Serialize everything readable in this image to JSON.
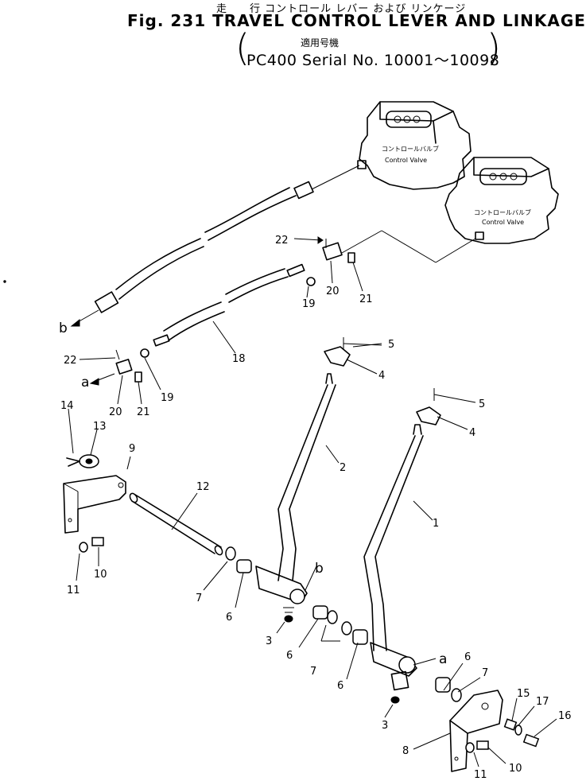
{
  "header": {
    "title_jp": "走　　行 コントロール レバー および リンケージ",
    "title_en": "Fig. 231 TRAVEL CONTROL LEVER AND LINKAGE",
    "serial_jp": "適用号機",
    "serial_en": "PC400 Serial No. 10001～10098"
  },
  "valves": [
    {
      "label_jp": "コントロールバルブ",
      "label_en": "Control Valve"
    },
    {
      "label_jp": "コントロールバルブ",
      "label_en": "Control Valve"
    }
  ],
  "callouts": {
    "c1": "1",
    "c2": "2",
    "c3a": "3",
    "c3b": "3",
    "c4a": "4",
    "c4b": "4",
    "c5a": "5",
    "c5b": "5",
    "c6a": "6",
    "c6b": "6",
    "c6c": "6",
    "c6d": "6",
    "c7a": "7",
    "c7b": "7",
    "c7c": "7",
    "c8": "8",
    "c9": "9",
    "c10a": "10",
    "c10b": "10",
    "c11a": "11",
    "c11b": "11",
    "c12": "12",
    "c13": "13",
    "c14": "14",
    "c15": "15",
    "c16": "16",
    "c17": "17",
    "c18": "18",
    "c19a": "19",
    "c19b": "19",
    "c20a": "20",
    "c20b": "20",
    "c21a": "21",
    "c21b": "21",
    "c22a": "22",
    "c22b": "22",
    "ref_a1": "a",
    "ref_a2": "a",
    "ref_b1": "b",
    "ref_b2": "b"
  }
}
